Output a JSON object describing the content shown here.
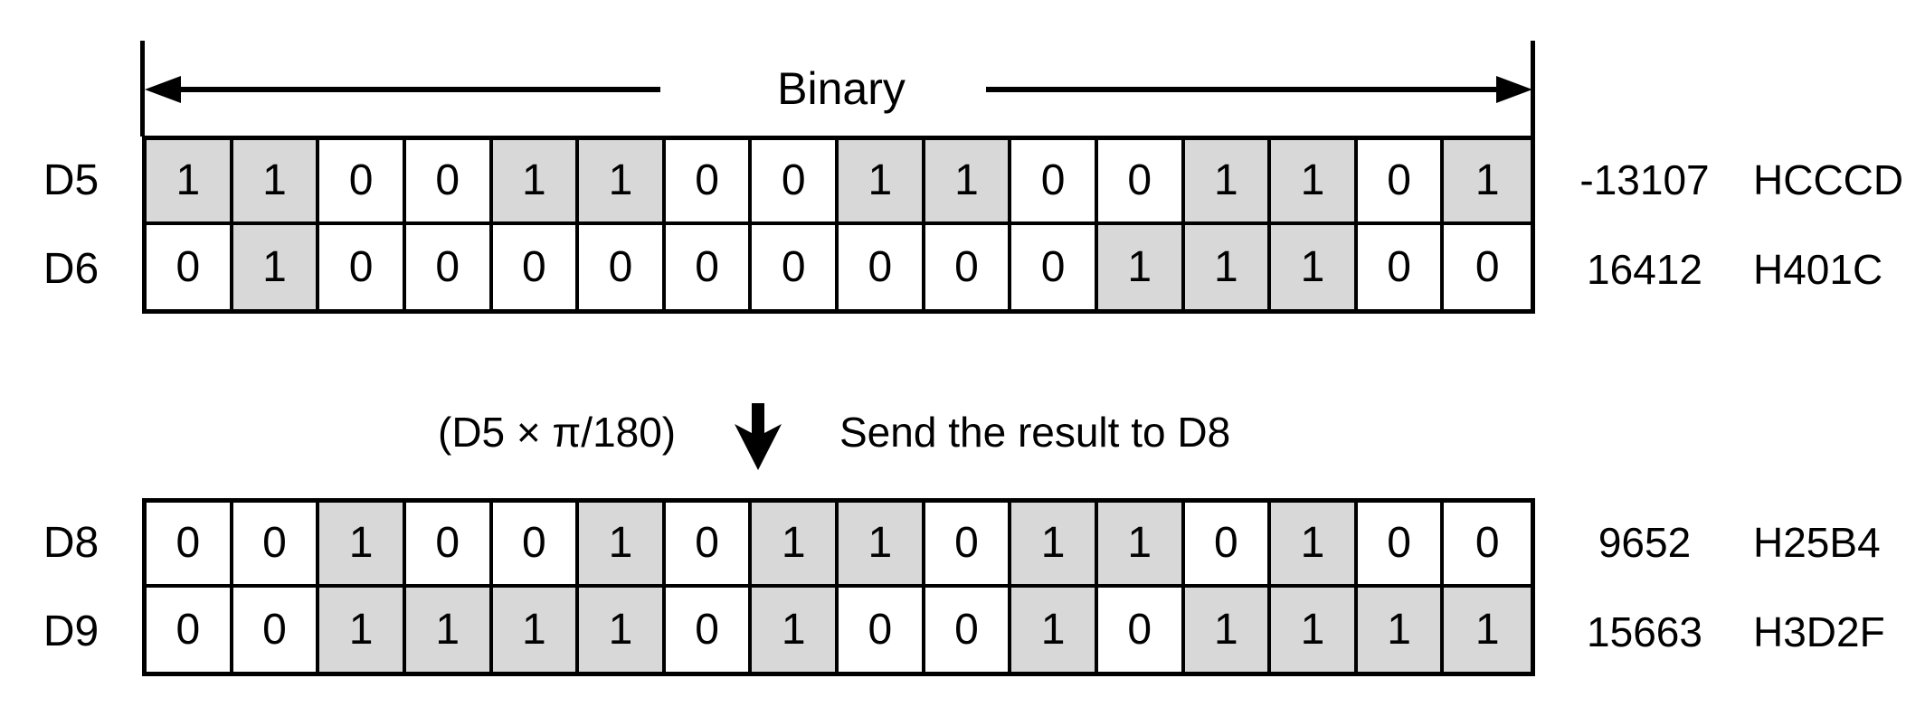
{
  "title_label": "Binary",
  "operation": {
    "formula": "(D5 × π/180)",
    "description": "Send the result to D8"
  },
  "tables": [
    {
      "id": "top",
      "rows": [
        {
          "name": "D5",
          "bits": [
            1,
            1,
            0,
            0,
            1,
            1,
            0,
            0,
            1,
            1,
            0,
            0,
            1,
            1,
            0,
            1
          ],
          "decimal": "-13107",
          "hex": "HCCCD"
        },
        {
          "name": "D6",
          "bits": [
            0,
            1,
            0,
            0,
            0,
            0,
            0,
            0,
            0,
            0,
            0,
            1,
            1,
            1,
            0,
            0
          ],
          "decimal": "16412",
          "hex": "H401C"
        }
      ]
    },
    {
      "id": "bottom",
      "rows": [
        {
          "name": "D8",
          "bits": [
            0,
            0,
            1,
            0,
            0,
            1,
            0,
            1,
            1,
            0,
            1,
            1,
            0,
            1,
            0,
            0
          ],
          "decimal": "9652",
          "hex": "H25B4"
        },
        {
          "name": "D9",
          "bits": [
            0,
            0,
            1,
            1,
            1,
            1,
            0,
            1,
            0,
            0,
            1,
            0,
            1,
            1,
            1,
            1
          ],
          "decimal": "15663",
          "hex": "H3D2F"
        }
      ]
    }
  ],
  "colors": {
    "bit_one_fill": "#d8d8d8",
    "bit_zero_fill": "#ffffff",
    "line": "#000000"
  }
}
